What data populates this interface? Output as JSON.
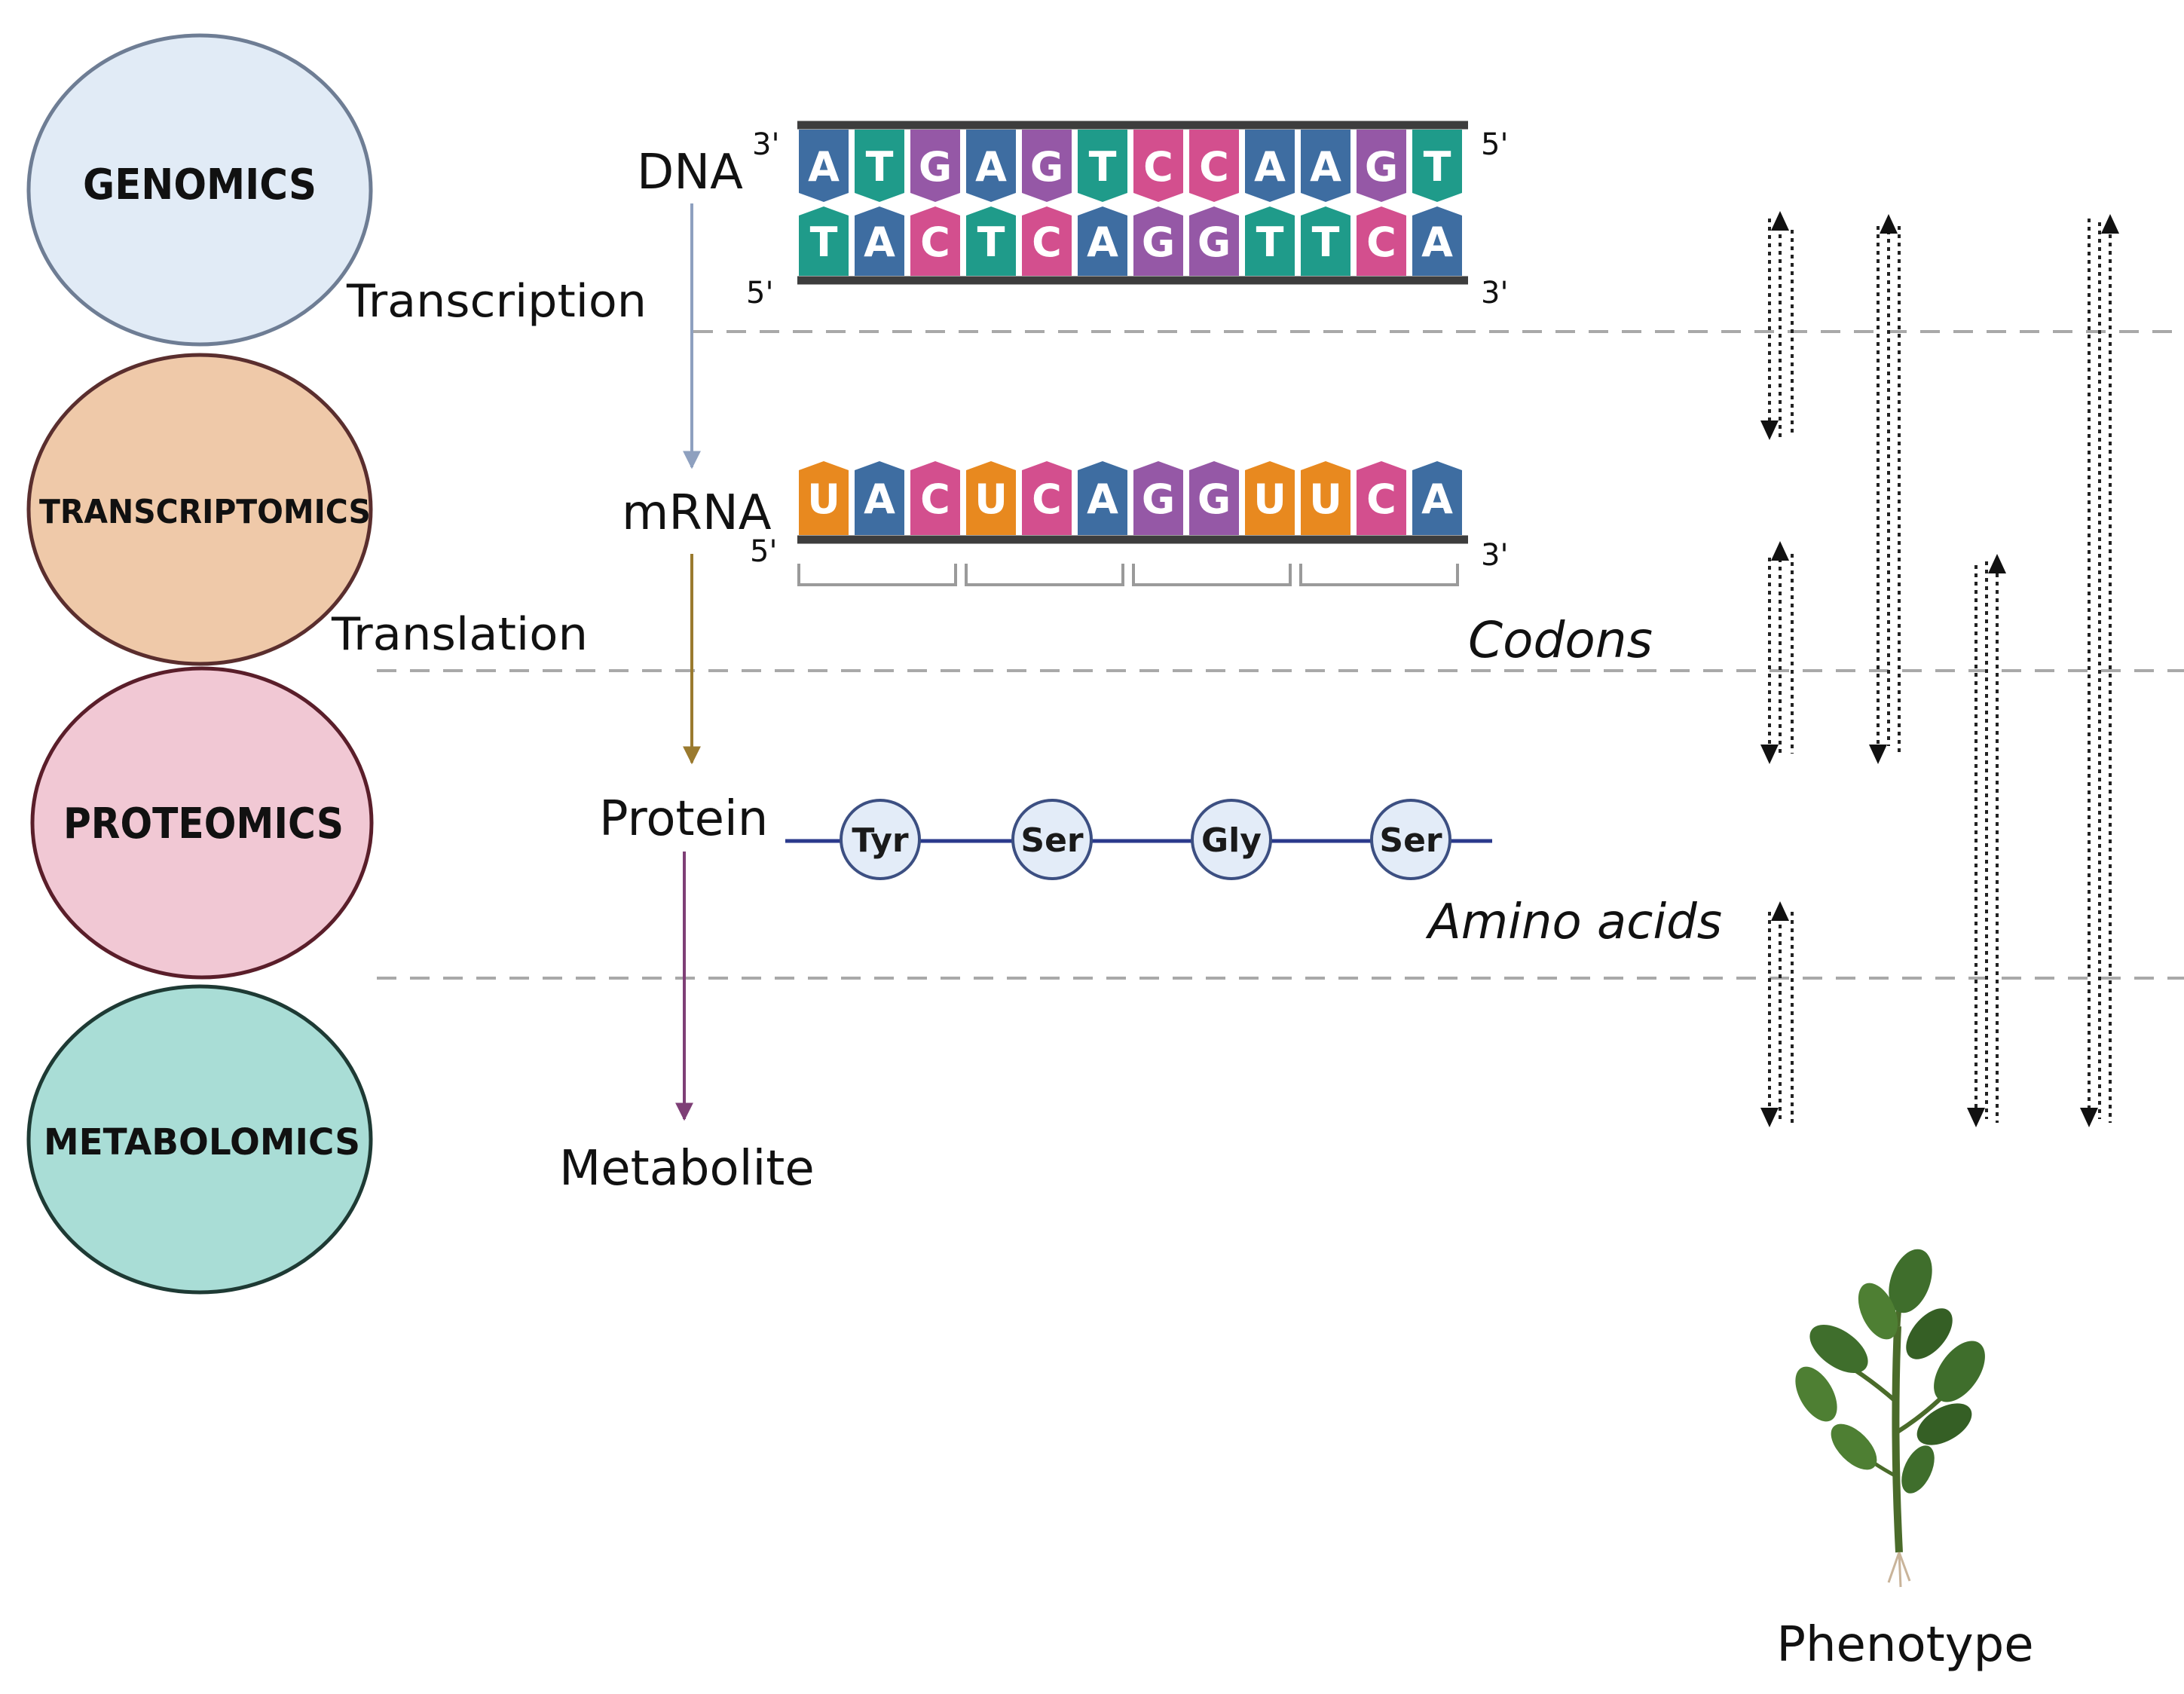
{
  "omics": [
    {
      "name": "GENOMICS",
      "fill": "#e1ebf6",
      "stroke": "#6e7d94"
    },
    {
      "name": "TRANSCRIPTOMICS",
      "fill": "#efc9a9",
      "stroke": "#5a2e2e"
    },
    {
      "name": "PROTEOMICS",
      "fill": "#f1c8d4",
      "stroke": "#5a1e2a"
    },
    {
      "name": "METABOLOMICS",
      "fill": "#a9ddd6",
      "stroke": "#1e3a34"
    }
  ],
  "processes": {
    "transcription": "Transcription",
    "translation": "Translation"
  },
  "molecules": {
    "dna": "DNA",
    "mrna": "mRNA",
    "protein": "Protein",
    "metabolite": "Metabolite"
  },
  "strand_ends": {
    "dna_top_left": "3'",
    "dna_top_right": "5'",
    "dna_bottom_left": "5'",
    "dna_bottom_right": "3'",
    "mrna_left": "5'",
    "mrna_right": "3'"
  },
  "dna_top": [
    "A",
    "T",
    "G",
    "A",
    "G",
    "T",
    "C",
    "C",
    "A",
    "A",
    "G",
    "T"
  ],
  "dna_bottom": [
    "T",
    "A",
    "C",
    "T",
    "C",
    "A",
    "G",
    "G",
    "T",
    "T",
    "C",
    "A"
  ],
  "mrna": [
    "U",
    "A",
    "C",
    "U",
    "C",
    "A",
    "G",
    "G",
    "U",
    "U",
    "C",
    "A"
  ],
  "amino_acids": [
    "Tyr",
    "Ser",
    "Gly",
    "Ser"
  ],
  "annotations": {
    "codons": "Codons",
    "amino_acids": "Amino acids"
  },
  "phenotype": "Phenotype",
  "colors": {
    "A": "#3e6da1",
    "T": "#1f9b8a",
    "G": "#9558a6",
    "C": "#d34f8e",
    "U": "#e8891f",
    "strand": "#3d3d3d",
    "arrow_dna": "#8ea0bf",
    "arrow_mrna": "#9a7a2e",
    "arrow_protein": "#7e3f76",
    "chain": "#2b3a8c",
    "aa_fill": "#e3ecf8",
    "aa_stroke": "#3c4f82",
    "dash": "#a9a9a9"
  }
}
